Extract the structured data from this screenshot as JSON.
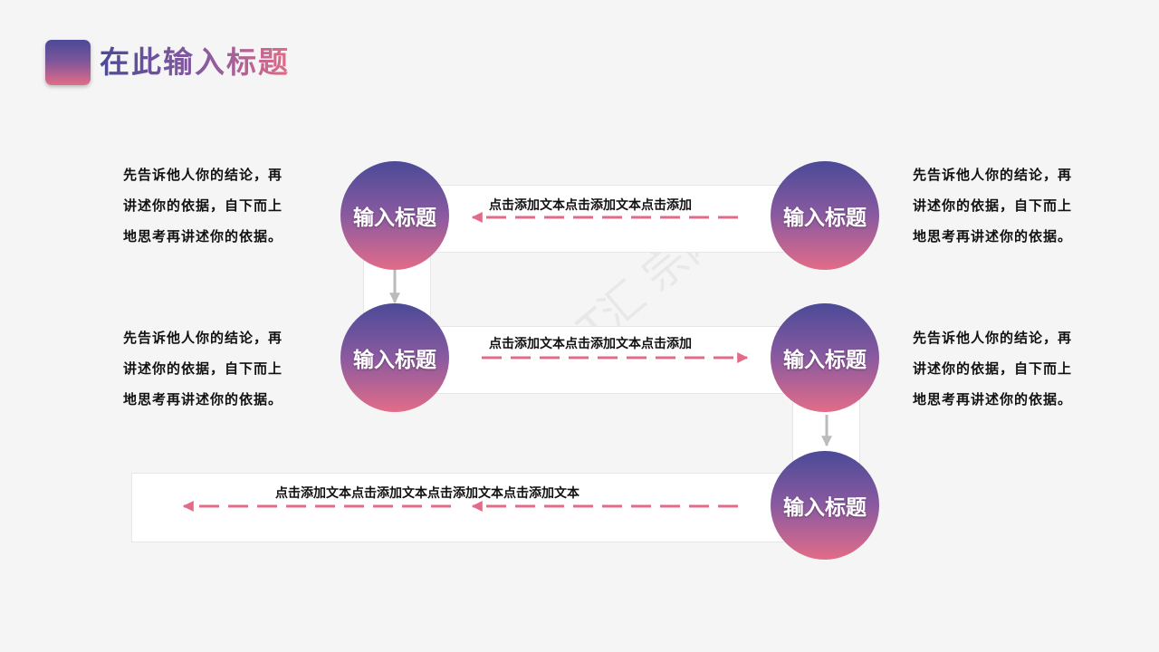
{
  "title": "在此输入标题",
  "watermark": "PPT汇 宗网",
  "nodes": [
    {
      "label": "输入标题"
    },
    {
      "label": "输入标题"
    },
    {
      "label": "输入标题"
    },
    {
      "label": "输入标题"
    },
    {
      "label": "输入标题"
    }
  ],
  "links": [
    {
      "text": "点击添加文本点击添加文本点击添加"
    },
    {
      "text": "点击添加文本点击添加文本点击添加"
    },
    {
      "text": "点击添加文本点击添加文本点击添加文本点击添加文本"
    }
  ],
  "descriptions": [
    {
      "lines": [
        "先告诉他人你的结论，再",
        "讲述你的依据，自下而上",
        "地思考再讲述你的依据。"
      ]
    },
    {
      "lines": [
        "先告诉他人你的结论，再",
        "讲述你的依据，自下而上",
        "地思考再讲述你的依据。"
      ]
    },
    {
      "lines": [
        "先告诉他人你的结论，再",
        "讲述你的依据，自下而上",
        "地思考再讲述你的依据。"
      ]
    },
    {
      "lines": [
        "先告诉他人你的结论，再",
        "讲述你的依据，自下而上",
        "地思考再讲述你的依据。"
      ]
    }
  ],
  "colors": {
    "accent_start": "#4b4a97",
    "accent_end": "#e26c88",
    "arrow_pink": "#e26c88",
    "arrow_gray": "#bbbbbb"
  }
}
